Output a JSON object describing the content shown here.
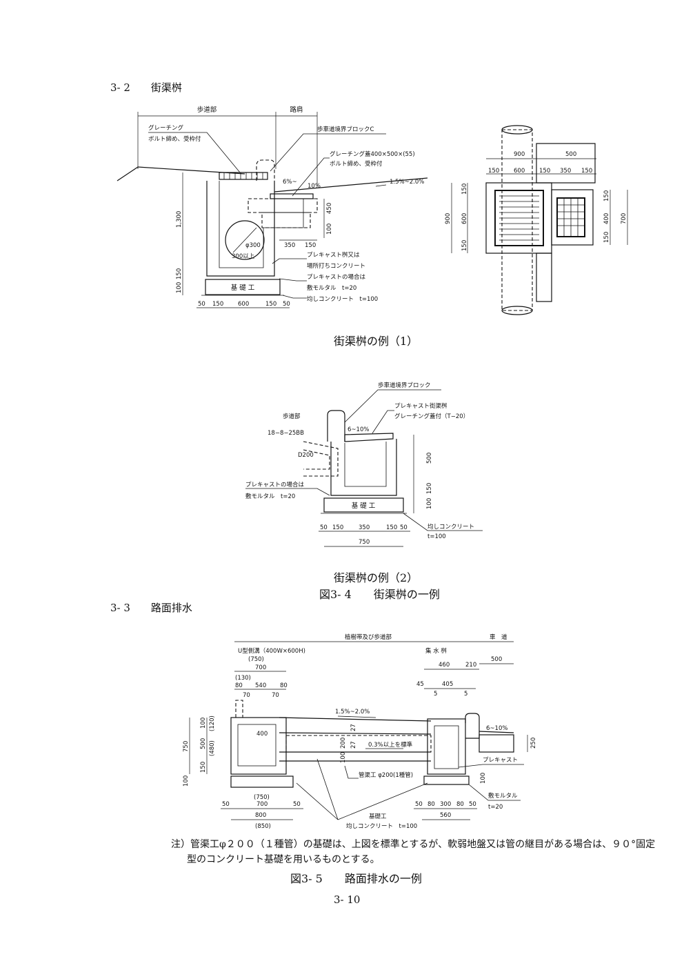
{
  "sections": {
    "s32": "3- 2　　街渠桝",
    "s33": "3- 3　　路面排水"
  },
  "fig1": {
    "caption": "街渠桝の例（1）",
    "labels": {
      "sidewalk": "歩道部",
      "shoulder": "路肩",
      "grating": "グレーチング",
      "bolt": "ボルト締め、受枠付",
      "curb_block": "歩車道境界ブロックC",
      "grating_cover": "グレーチング蓋400×500×(55)",
      "bolt2": "ボルト締め、受枠付",
      "slope1": "6%~",
      "slope2": "10%",
      "cross_slope": "1.5%~2.0%",
      "pipe": "φ300",
      "over": "300以上",
      "precast1": "プレキャスト桝又は",
      "precast2": "場所打ちコンクリート",
      "precast3": "プレキャストの場合は",
      "mortar": "敷モルタル　t=20",
      "base": "基 礎 工",
      "leveling": "均しコンクリート　t=100",
      "d1300": "1,300",
      "d450": "450",
      "d100a": "100",
      "d350": "350",
      "d150a": "150",
      "d150b": "150",
      "d100b": "100",
      "b50a": "50",
      "b150a": "150",
      "b600": "600",
      "b150b": "150",
      "b50b": "50"
    },
    "plan": {
      "top900": "900",
      "top500": "500",
      "t150a": "150",
      "t600": "600",
      "t150b": "150",
      "t350": "350",
      "t150c": "150",
      "l150a": "150",
      "l600": "600",
      "l150b": "150",
      "l900": "900",
      "r150a": "150",
      "r400": "400",
      "r150b": "150",
      "r700": "700"
    }
  },
  "fig2": {
    "caption": "街渠桝の例（2）",
    "labels": {
      "curb": "歩車道境界ブロック",
      "precast_inlet": "プレキャスト街渠桝",
      "grating": "グレーチング蓋付（T−20）",
      "sidewalk": "歩道部",
      "pipe_code": "18−8−25BB",
      "slope": "6~10%",
      "d200": "D200",
      "precast1": "プレキャストの場合は",
      "mortar": "敷モルタル　t=20",
      "base": "基 礎 工",
      "leveling": "均しコンクリート",
      "t100": "t=100",
      "v500": "500",
      "v150": "150",
      "v100": "100",
      "b50a": "50",
      "b150a": "150",
      "b350": "350",
      "b150b": "150",
      "b50b": "50",
      "b750": "750"
    }
  },
  "fig34_caption": "図3- 4　　街渠桝の一例",
  "fig3": {
    "labels": {
      "planting": "植樹帯及び歩道部",
      "carriageway": "車　道",
      "ugutter": "U型側溝（400W×600H)",
      "catch": "集 水 桝",
      "w750p": "(750)",
      "w700": "700",
      "w130": "(130)",
      "w80a": "80",
      "w540": "540",
      "w80b": "80",
      "w70a": "70",
      "w70b": "70",
      "w460": "460",
      "w210": "210",
      "w500": "500",
      "w45": "45",
      "w405": "405",
      "w5a": "5",
      "w5b": "5",
      "slope": "1.5%~2.0%",
      "slope2": "6~10%",
      "w400": "400",
      "v27a": "27",
      "v27b": "27",
      "v200": "200",
      "v100": "100",
      "pct": "0.3%以上を標準",
      "v750": "750",
      "v100a": "100",
      "v500": "500",
      "v150": "150",
      "v120": "(120)",
      "v480": "(480)",
      "v100b": "100",
      "v250": "250",
      "precast": "プレキャスト",
      "pipe": "管渠工 φ200(1種管)",
      "v100c": "100",
      "mortar": "敷モルタル",
      "t20": "t=20",
      "b50a": "50",
      "b750p": "(750)",
      "b700": "700",
      "b50b": "50",
      "b800": "800",
      "b850p": "(850)",
      "base": "基礎工",
      "leveling": "均しコンクリート　t=100",
      "c50": "50",
      "c80a": "80",
      "c300": "300",
      "c80b": "80",
      "c50b": "50",
      "c560": "560"
    }
  },
  "note_line1": "注）管渠工φ２００（１種管）の基礎は、上図を標準とするが、軟弱地盤又は管の継目がある場合は、９０°固定",
  "note_line2": "型のコンクリート基礎を用いるものとする。",
  "fig35_caption": "図3- 5　　路面排水の一例",
  "page_number": "3- 10"
}
